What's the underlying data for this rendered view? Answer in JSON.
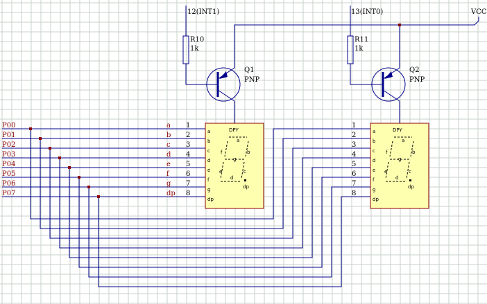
{
  "schematic": {
    "nets": {
      "int1": "12(INT1)",
      "int0": "13(INT0)",
      "vcc": "VCC"
    },
    "port_labels": [
      "P00",
      "P01",
      "P02",
      "P03",
      "P04",
      "P05",
      "P06",
      "P07"
    ],
    "resistors": [
      {
        "ref": "R10",
        "value": "1k"
      },
      {
        "ref": "R11",
        "value": "1k"
      }
    ],
    "transistors": [
      {
        "ref": "Q1",
        "type": "PNP"
      },
      {
        "ref": "Q2",
        "type": "PNP"
      }
    ],
    "displays": [
      {
        "title": "DPY"
      },
      {
        "title": "DPY"
      }
    ],
    "segment_names": [
      "a",
      "b",
      "c",
      "d",
      "e",
      "f",
      "g",
      "dp"
    ],
    "pin_numbers": [
      "1",
      "2",
      "3",
      "4",
      "5",
      "6",
      "7",
      "8"
    ],
    "inner_segment_labels": {
      "a": "a",
      "b": "b",
      "c": "c",
      "d": "d",
      "e": "e",
      "f": "f",
      "g": "g",
      "dp": "dp"
    },
    "grid_color": "#c8d2c8",
    "wire_color": "#00008b",
    "component_color": "#8b0000",
    "display_fill": "#ffffb0"
  }
}
